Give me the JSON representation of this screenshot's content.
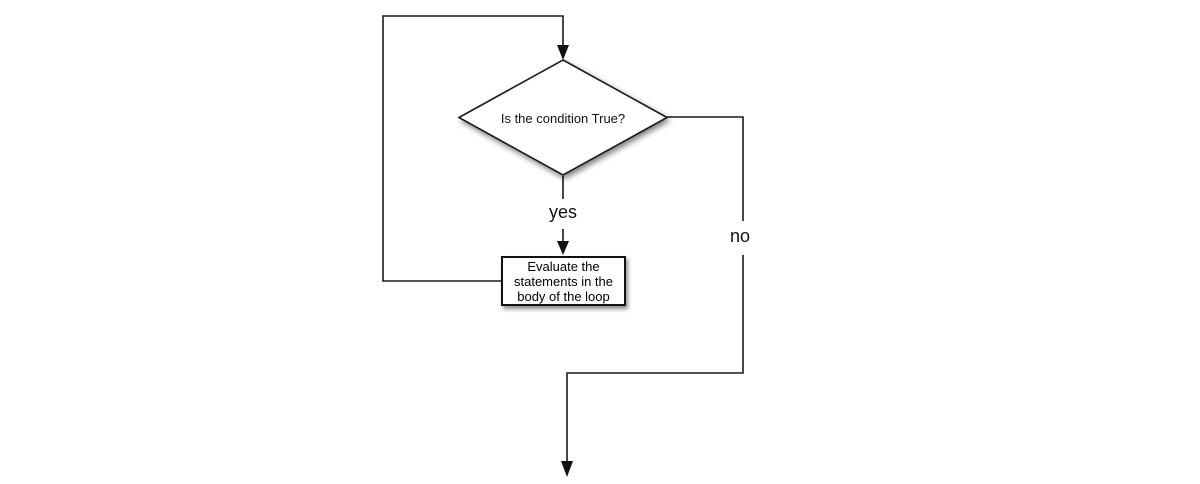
{
  "diagram": {
    "type": "flowchart",
    "decision": {
      "label": "Is the condition True?"
    },
    "branches": {
      "yes_label": "yes",
      "no_label": "no"
    },
    "process": {
      "lines": [
        "Evaluate the",
        "statements in the",
        "body of the loop"
      ]
    },
    "colors": {
      "line": "#1a1a1a",
      "shape_fill": "#ffffff",
      "text": "#000000",
      "background": "#ffffff"
    }
  }
}
